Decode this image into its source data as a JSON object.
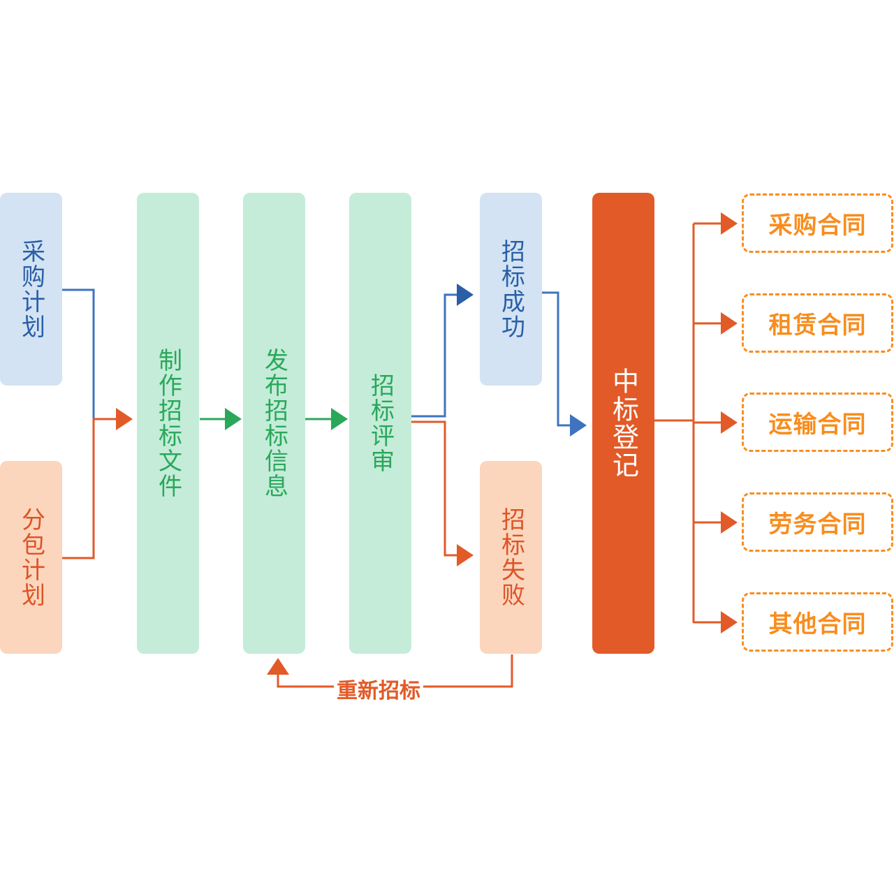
{
  "sources": [
    {
      "id": "procurement-plan",
      "label": "采购计划"
    },
    {
      "id": "subcontract-plan",
      "label": "分包计划"
    }
  ],
  "process": [
    {
      "id": "make-tender-docs",
      "label": "制作招标文件"
    },
    {
      "id": "publish-tender-info",
      "label": "发布招标信息"
    },
    {
      "id": "tender-review",
      "label": "招标评审"
    }
  ],
  "outcomes": [
    {
      "id": "tender-success",
      "label": "招标成功"
    },
    {
      "id": "tender-failure",
      "label": "招标失败"
    }
  ],
  "award": {
    "label": "中标登记"
  },
  "retender": {
    "label": "重新招标"
  },
  "contracts": [
    {
      "label": "采购合同"
    },
    {
      "label": "租赁合同"
    },
    {
      "label": "运输合同"
    },
    {
      "label": "劳务合同"
    },
    {
      "label": "其他合同"
    }
  ],
  "colors": {
    "blue": "#2a5fa8",
    "blue_line": "#3f73c0",
    "orange": "#e25a27",
    "green": "#2aa85a",
    "dashed_orange": "#f88d1e"
  }
}
